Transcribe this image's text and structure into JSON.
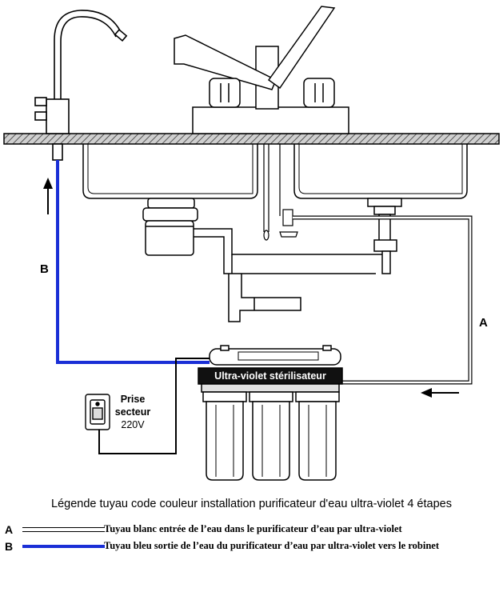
{
  "labels": {
    "uv_unit": "Ultra-violet stérilisateur",
    "power_outlet_line1": "Prise",
    "power_outlet_line2": "secteur",
    "power_outlet_line3": "220V",
    "hose_a": "A",
    "hose_b": "B"
  },
  "legend": {
    "title": "Légende tuyau code couleur installation purificateur d'eau ultra-violet 4 étapes",
    "items": [
      {
        "letter": "A",
        "text": "Tuyau blanc entrée de l’eau dans le purificateur d’eau par ultra-violet",
        "color": "#ffffff"
      },
      {
        "letter": "B",
        "text": "Tuyau bleu sortie de l’eau du purificateur d’eau par ultra-violet vers le robinet",
        "color": "#1a2fd6"
      }
    ]
  },
  "colors": {
    "outline": "#000000",
    "hose_blue": "#1a2fd6",
    "hose_white": "#ffffff",
    "counter_fill": "#bdbdbd",
    "cap_fill": "#e2e2e2"
  },
  "icons": [
    "up-arrow-icon",
    "left-arrow-icon",
    "faucet-icon",
    "sink-mixer-icon",
    "garbage-disposal-icon",
    "wall-outlet-icon"
  ]
}
